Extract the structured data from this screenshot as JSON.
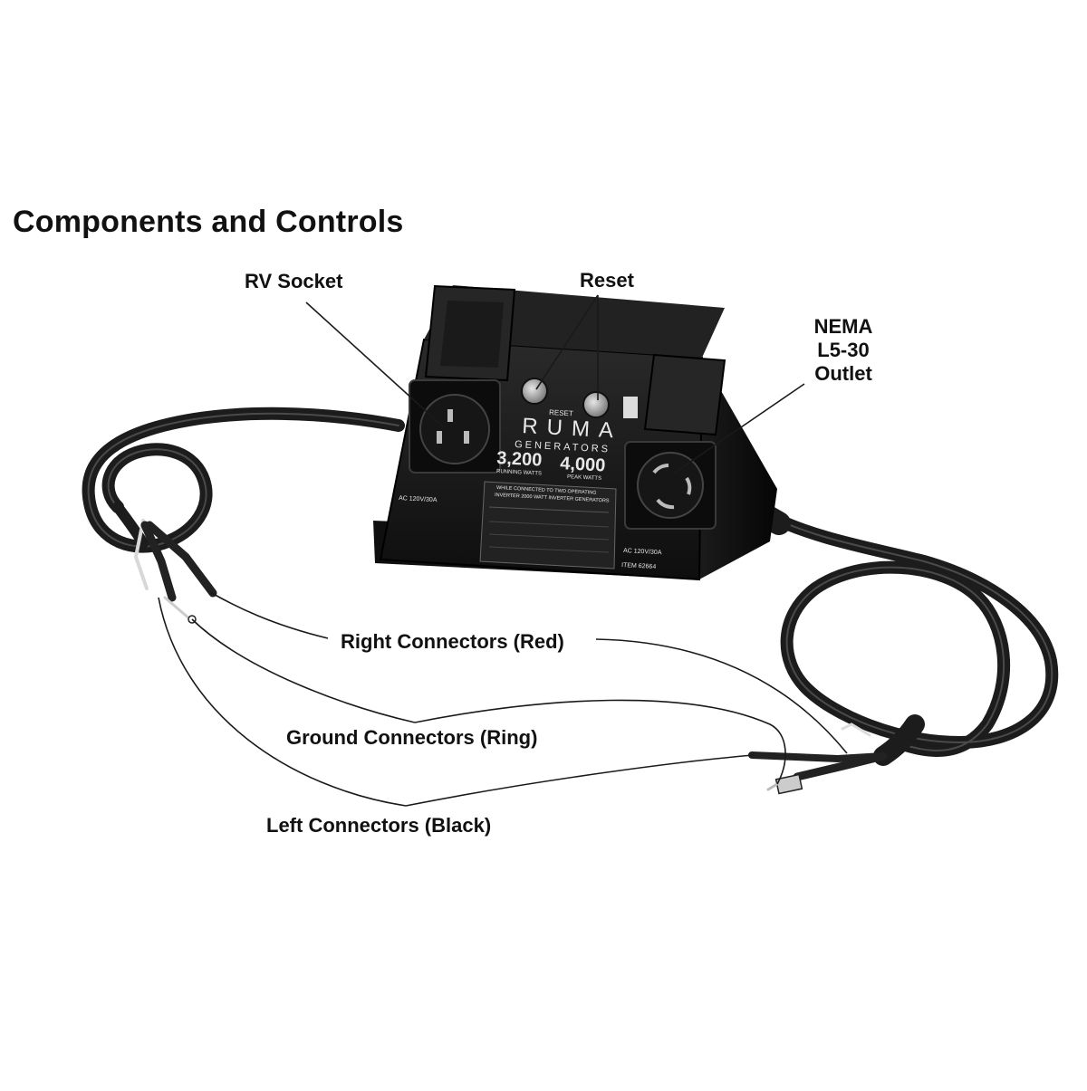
{
  "heading": "Components and Controls",
  "labels": {
    "rv_socket": "RV Socket",
    "reset": "Reset",
    "nema_line1": "NEMA",
    "nema_line2": "L5-30",
    "nema_line3": "Outlet",
    "right_connectors": "Right Connectors (Red)",
    "ground_connectors": "Ground Connectors (Ring)",
    "left_connectors": "Left Connectors (Black)"
  },
  "device": {
    "reset_label": "RESET",
    "brand": "RUMA",
    "brand_sub": "GENERATORS",
    "running_watts": "3,200",
    "running_label": "RUNNING WATTS",
    "peak_watts": "4,000",
    "peak_label": "PEAK WATTS",
    "notice_line1": "WHILE CONNECTED TO TWO OPERATING",
    "notice_line2": "INVERTER 2000 WATT INVERTER GENERATORS",
    "rating_left": "AC 120V/30A",
    "rating_right": "AC 120V/30A",
    "item_number": "ITEM 62664"
  },
  "colors": {
    "device_body": "#141414",
    "cable": "#1c1c1c",
    "leader": "#1a1a1a",
    "text": "#111111"
  }
}
